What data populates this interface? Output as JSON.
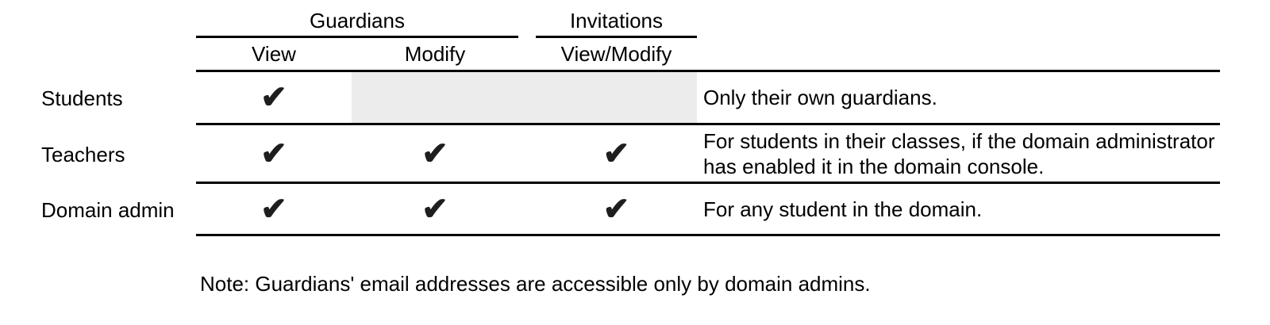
{
  "table": {
    "column_groups": [
      {
        "label": "Guardians",
        "span": [
          "View",
          "Modify"
        ]
      },
      {
        "label": "Invitations",
        "span": [
          "View/Modify"
        ]
      }
    ],
    "sub_columns": [
      "View",
      "Modify",
      "View/Modify"
    ],
    "check_glyph": "✔",
    "rows": [
      {
        "label": "Students",
        "permissions": {
          "view": true,
          "modify": false,
          "view_modify": false
        },
        "shaded_disabled": true,
        "note": "Only their own guardians."
      },
      {
        "label": "Teachers",
        "permissions": {
          "view": true,
          "modify": true,
          "view_modify": true
        },
        "shaded_disabled": false,
        "note": "For students in their classes, if the domain administrator has enabled it in the domain console."
      },
      {
        "label": "Domain admin",
        "permissions": {
          "view": true,
          "modify": true,
          "view_modify": true
        },
        "shaded_disabled": false,
        "note": "For any student in the domain."
      }
    ]
  },
  "footnote": "Note: Guardians' email addresses are accessible only by domain admins.",
  "colors": {
    "background": "#ffffff",
    "text": "#000000",
    "line": "#000000",
    "check": "#1e1e1e",
    "shaded_cell": "#ececec"
  }
}
